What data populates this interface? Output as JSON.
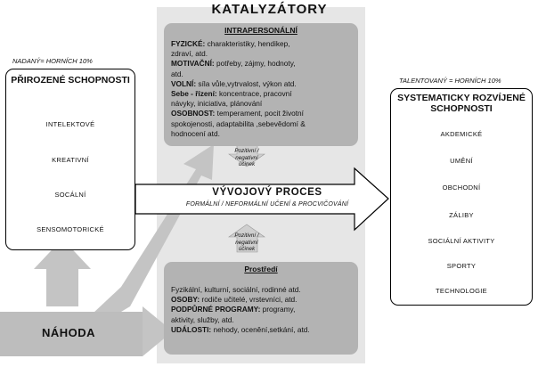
{
  "title": "KATALYZÁTORY",
  "left": {
    "caption": "NADANÝ= HORNÍCH 10%",
    "heading": "PŘIROZENÉ SCHOPNOSTI",
    "items": [
      "INTELEKTOVÉ",
      "KREATIVNÍ",
      "SOCÁLNÍ",
      "SENSOMOTORICKÉ"
    ]
  },
  "right": {
    "caption": "TALENTOVANÝ = HORNÍCH 10%",
    "heading": "SYSTEMATICKY ROZVÍJENÉ SCHOPNOSTI",
    "items": [
      "AKDEMICKÉ",
      "UMĚNÍ",
      "OBCHODNÍ",
      "ZÁLIBY",
      "SOCIÁLNÍ AKTIVITY",
      "SPORTY",
      "TECHNOLOGIE"
    ]
  },
  "intrapersonal": {
    "heading": "INTRAPERSONÁLNÍ",
    "lines": [
      {
        "label": "FYZICKÉ:",
        "text": " charakteristiky, hendikep,"
      },
      {
        "label": "",
        "text": "zdraví, atd."
      },
      {
        "label": "MOTIVAČNÍ:",
        "text": " potřeby, zájmy, hodnoty,"
      },
      {
        "label": "",
        "text": "atd."
      },
      {
        "label": "VOLNÍ:",
        "text": " síla vůle,vytrvalost, výkon atd."
      },
      {
        "label": "Sebe - řízení:",
        "text": " koncentrace, pracovní"
      },
      {
        "label": "",
        "text": "návyky, iniciativa, plánování"
      },
      {
        "label": "OSOBNOST:",
        "text": " temperament, pocit životní"
      },
      {
        "label": "",
        "text": "spokojenosti, adaptabilita ,sebevědomí &"
      },
      {
        "label": "",
        "text": "hodnocení atd."
      }
    ]
  },
  "environment": {
    "heading": "Prostředí",
    "lines": [
      {
        "label": "",
        "text": "Fyzikální, kulturní, sociální, rodinné atd."
      },
      {
        "label": "OSOBY:",
        "text": " rodiče učitelé, vrstevníci, atd."
      },
      {
        "label": "PODPŮRNÉ PROGRAMY:",
        "text": " programy,"
      },
      {
        "label": "",
        "text": "aktivity, služby, atd."
      },
      {
        "label": "UDÁLOSTI:",
        "text": " nehody, ocenění,setkání, atd."
      }
    ]
  },
  "effect_label": "Pozitivní / negativní účinek",
  "process": {
    "title": "VÝVOJOVÝ  PROCES",
    "subtitle": "FORMÁLNÍ / NEFORMÁLNÍ UČENÍ & PROCVIČOVÁNÍ"
  },
  "chance": "NÁHODA",
  "colors": {
    "light_gray": "#e4e4e4",
    "panel_gray": "#b3b3b3",
    "arrow_gray": "#c4c4c4"
  }
}
